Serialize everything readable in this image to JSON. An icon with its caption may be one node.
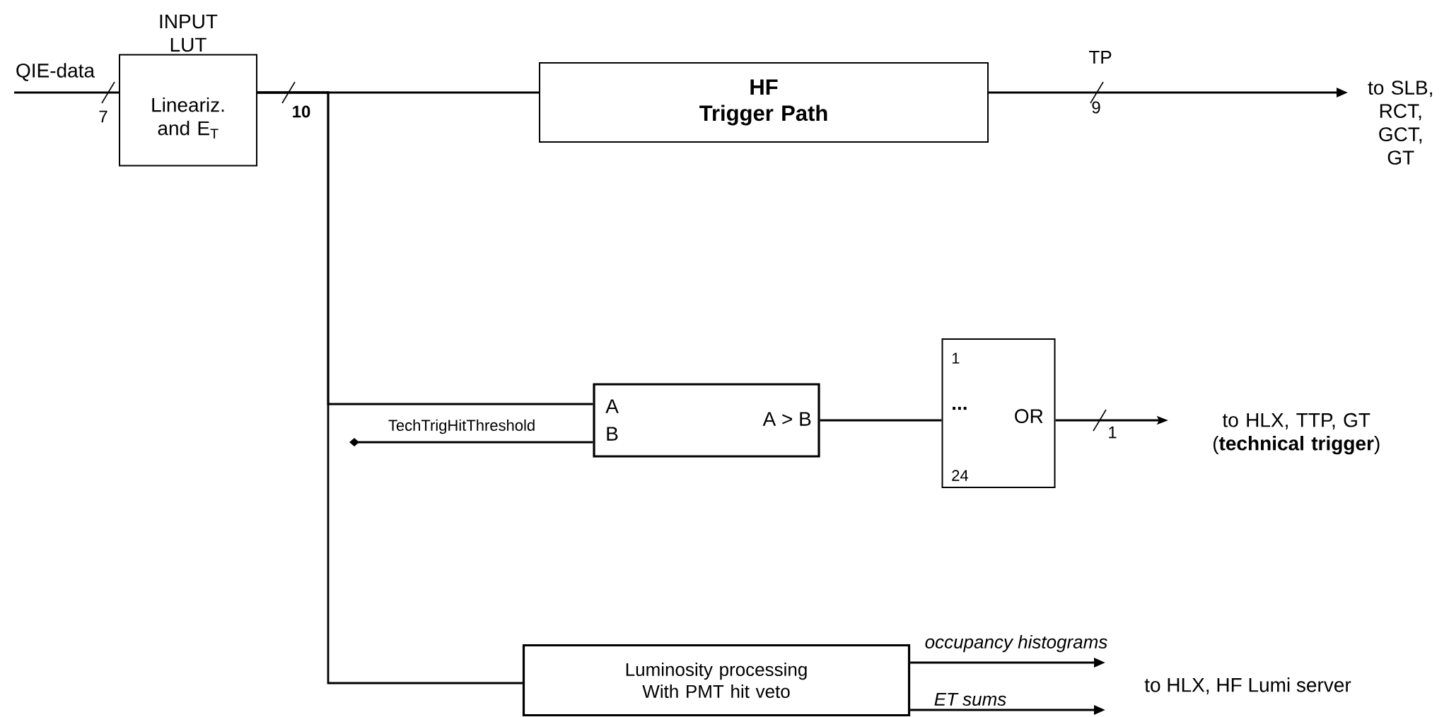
{
  "diagram": {
    "nodes": [
      {
        "text": [
          "INPUT LUT",
          "Lineariz. and E$_{T}$"
        ]
      },
      {
        "text": [
          "HF",
          "Trigger Path"
        ]
      },
      {
        "text": [
          "to SLB, RCT, GCT, GT"
        ]
      },
      {
        "text": [
          "A",
          "B",
          "A > B"
        ]
      },
      {
        "text": [
          "1",
          "...",
          "OR",
          "24"
        ]
      },
      {
        "text": [
          "to HLX, TTP, GT (**technical trigger**)"
        ]
      },
      {
        "text": [
          "Luminosity processing With PMT hit veto"
        ]
      },
      {
        "text": [
          "to HLX, HF Lumi server"
        ]
      }
    ],
    "edges": [
      {
        "from": null,
        "to": 0,
        "arrow": "none",
        "label": "QIE-data"
      },
      {
        "from": 0,
        "to": 1,
        "arrow": "none"
      },
      {
        "from": 0,
        "to": 3,
        "arrow": "none"
      },
      {
        "from": 0,
        "to": 6,
        "arrow": "none"
      },
      {
        "from": null,
        "to": 3,
        "arrow": "other",
        "label": "TechTrigHitThreshold"
      },
      {
        "from": 1,
        "to": 2,
        "arrow": "to",
        "label": "TP"
      },
      {
        "from": 3,
        "to": 4,
        "arrow": "none"
      },
      {
        "from": 4,
        "to": 5,
        "arrow": "to"
      },
      {
        "from": 6,
        "to": 7,
        "arrow": "to",
        "label": "occupancy histograms"
      },
      {
        "from": 6,
        "to": 7,
        "arrow": "to",
        "label": "ET sums"
      }
    ],
    "labels": [
      "7",
      "10",
      "9",
      "1"
    ]
  }
}
